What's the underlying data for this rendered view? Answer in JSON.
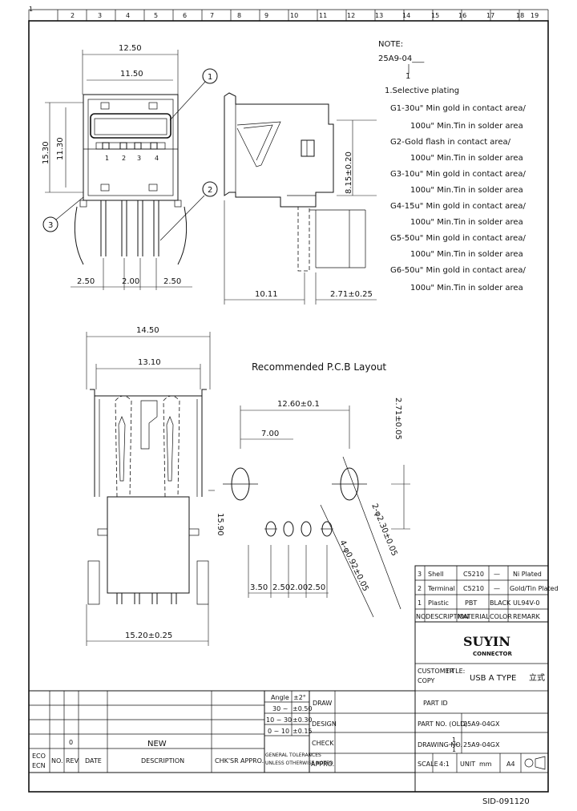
{
  "drawing": {
    "note_title": "NOTE:",
    "part_pattern": "25A9-04___",
    "pattern_pointer": "1",
    "plating_title": "1.Selective plating",
    "plating_options": [
      "G1-30u\" Min gold in contact area/",
      "100u\" Min.Tin in solder area",
      "G2-Gold flash in contact area/",
      "100u\" Min.Tin in solder area",
      "G3-10u\" Min gold in contact area/",
      "100u\" Min.Tin in solder area",
      "G4-15u\" Min gold in contact area/",
      "100u\" Min.Tin in solder area",
      "G5-50u\" Min gold in contact area/",
      "100u\" Min.Tin in solder area",
      "G6-50u\" Min gold in contact area/",
      "100u\" Min.Tin in solder area"
    ],
    "balloons": [
      "1",
      "2",
      "3"
    ],
    "pin_numbers": [
      "1",
      "2",
      "3",
      "4"
    ],
    "front_dims": {
      "w_outer": "12.50",
      "w_inner": "11.50",
      "h_outer": "15.30",
      "h_inner": "11.30",
      "pitch_left": "2.50",
      "pitch_mid": "2.00",
      "pitch_right": "2.50"
    },
    "side_dims": {
      "height": "8.15±0.20",
      "depth": "10.11",
      "tail": "2.71±0.25"
    },
    "top_dims": {
      "w_outer": "14.50",
      "w_inner": "13.10",
      "length": "15.90",
      "base": "15.20±0.25"
    },
    "pcb": {
      "title": "Recommended P.C.B Layout",
      "span": "12.60±0.1",
      "inner": "7.00",
      "pitches": [
        "3.50",
        "2.50",
        "2.00",
        "2.50"
      ],
      "vertical": "2.71±0.05",
      "hole_big": "2-φ2.30±0.05",
      "hole_small": "4-φ0.92±0.05"
    }
  },
  "bom": {
    "rows": [
      {
        "no": "3",
        "desc": "Shell",
        "material": "C5210",
        "color": "—",
        "remark": "Ni Plated"
      },
      {
        "no": "2",
        "desc": "Terminal",
        "material": "C5210",
        "color": "—",
        "remark": "Gold/Tin Plated"
      },
      {
        "no": "1",
        "desc": "Plastic",
        "material": "PBT",
        "color": "BLACK",
        "remark": "UL94V-0"
      }
    ],
    "header": {
      "no": "NO.",
      "desc": "DESCRIPTION",
      "material": "MATERIAL",
      "color": "COLOR",
      "remark": "REMARK"
    }
  },
  "title_block": {
    "company": "SUYIN",
    "company_sub": "CONNECTOR",
    "customer_label": "CUSTOMER",
    "copy_label": "COPY",
    "title_label": "TITLE:",
    "title_value": "USB A TYPE",
    "title_cn": "立式",
    "part_id_label": "PART ID",
    "part_no_label": "PART NO. (OLD)",
    "part_no_value": "25A9-04GX",
    "drawing_no_label": "DRAWING NO.",
    "drawing_no_value": "25A9-04GX",
    "sheet_num": "1",
    "sheet_den": "1",
    "scale_label": "SCALE",
    "scale_value": "4:1",
    "unit_label": "UNIT",
    "unit_value": "mm",
    "size_value": "A4",
    "draw_label": "DRAW",
    "design_label": "DESIGN",
    "check_label": "CHECK",
    "approve_label": "APPRO."
  },
  "tolerance": {
    "angle_label": "Angle",
    "angle_value": "±2°",
    "rows": [
      {
        "range": "30 ~",
        "value": "±0.50"
      },
      {
        "range": "10 ~ 30",
        "value": "±0.30"
      },
      {
        "range": "0 ~ 10",
        "value": "±0.15"
      }
    ],
    "general": "GENERAL TOLERANCES",
    "unless": "UNLESS OTHERWISE NOTED"
  },
  "revision": {
    "rev": "0",
    "desc": "NEW",
    "headers": {
      "eco": "ECO",
      "ecn": "ECN",
      "no": "NO.",
      "rev": "REV",
      "date": "DATE",
      "description": "DESCRIPTION",
      "chk": "CHK'SR",
      "appro": "APPRO."
    }
  },
  "border": {
    "cols": [
      "1",
      "2",
      "3",
      "4",
      "5",
      "6",
      "7",
      "8",
      "9",
      "10",
      "11",
      "12",
      "13",
      "14",
      "15",
      "16",
      "17",
      "18",
      "19"
    ],
    "footer_code": "SID-091120"
  }
}
